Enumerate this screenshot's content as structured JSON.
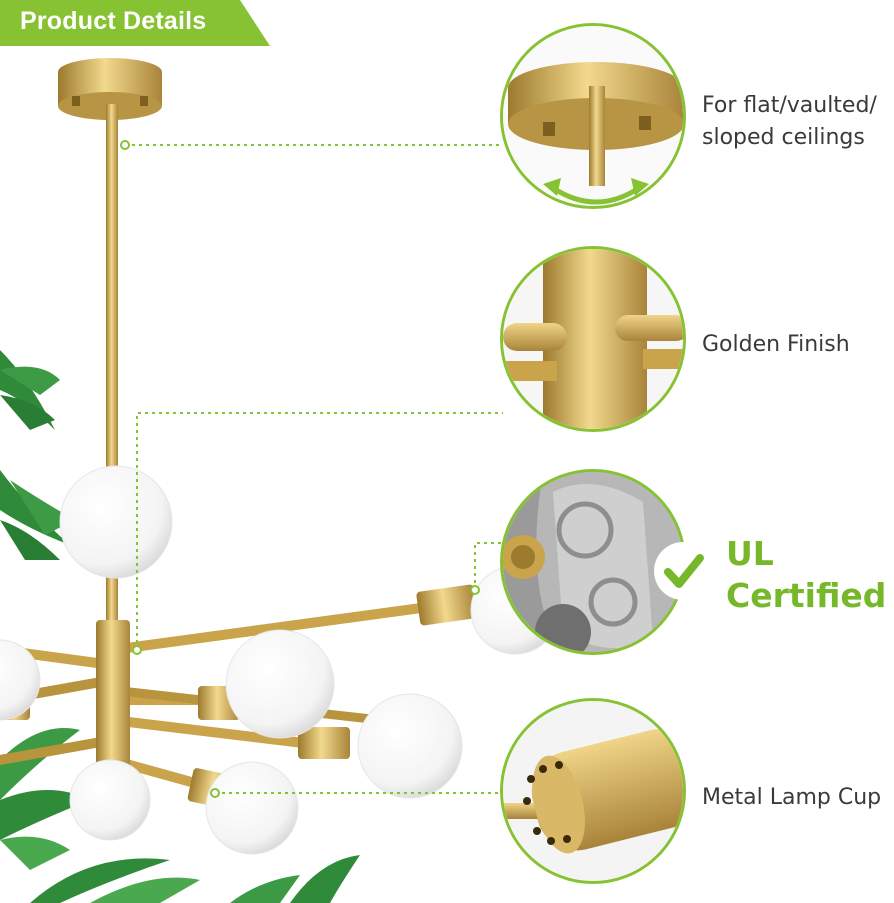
{
  "banner": {
    "title": "Product Details"
  },
  "features": [
    {
      "label_line1": "For flat/vaulted/",
      "label_line2": "sloped ceilings",
      "icon": "ceiling-canopy-detail"
    },
    {
      "label": "Golden Finish",
      "icon": "golden-finish-detail"
    },
    {
      "label_line1": "UL",
      "label_line2": "Certified",
      "icon": "ul-certified-detail"
    },
    {
      "label": "Metal Lamp Cup",
      "icon": "lamp-cup-detail"
    }
  ],
  "colors": {
    "accent": "#86c232",
    "gold": "#c9a44a",
    "text": "#3a3a3a"
  }
}
